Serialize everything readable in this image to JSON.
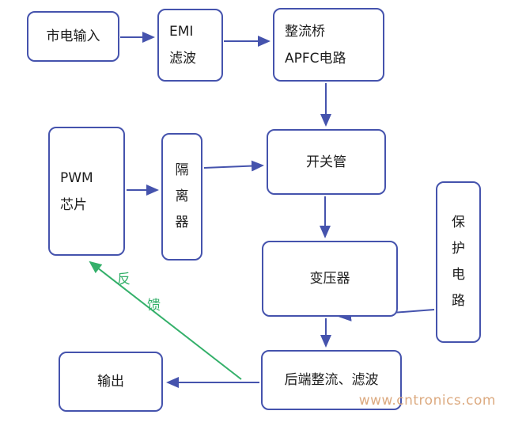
{
  "diagram": {
    "nodes": {
      "mains_input": {
        "label": "市电输入"
      },
      "emi_filter": {
        "lines": [
          "EMI",
          "滤波"
        ]
      },
      "rectifier_apfc": {
        "lines": [
          "整流桥",
          "APFC电路"
        ]
      },
      "pwm_chip": {
        "lines": [
          "PWM",
          "芯片"
        ]
      },
      "isolator": {
        "chars": [
          "隔",
          "离",
          "器"
        ]
      },
      "switch_tube": {
        "label": "开关管"
      },
      "transformer": {
        "label": "变压器"
      },
      "protection_circuit": {
        "chars": [
          "保",
          "护",
          "电",
          "路"
        ]
      },
      "rear_rectifier_filter": {
        "label": "后端整流、滤波"
      },
      "output": {
        "label": "输出"
      }
    },
    "feedback_label": {
      "chars": [
        "反",
        "馈"
      ]
    },
    "watermark": "www.cntronics.com",
    "colors": {
      "box_border": "#4553ad",
      "arrow_blue": "#4553ad",
      "arrow_green": "#34b06a",
      "feedback_text": "#34b06a",
      "watermark_text": "#dcaa80"
    }
  }
}
